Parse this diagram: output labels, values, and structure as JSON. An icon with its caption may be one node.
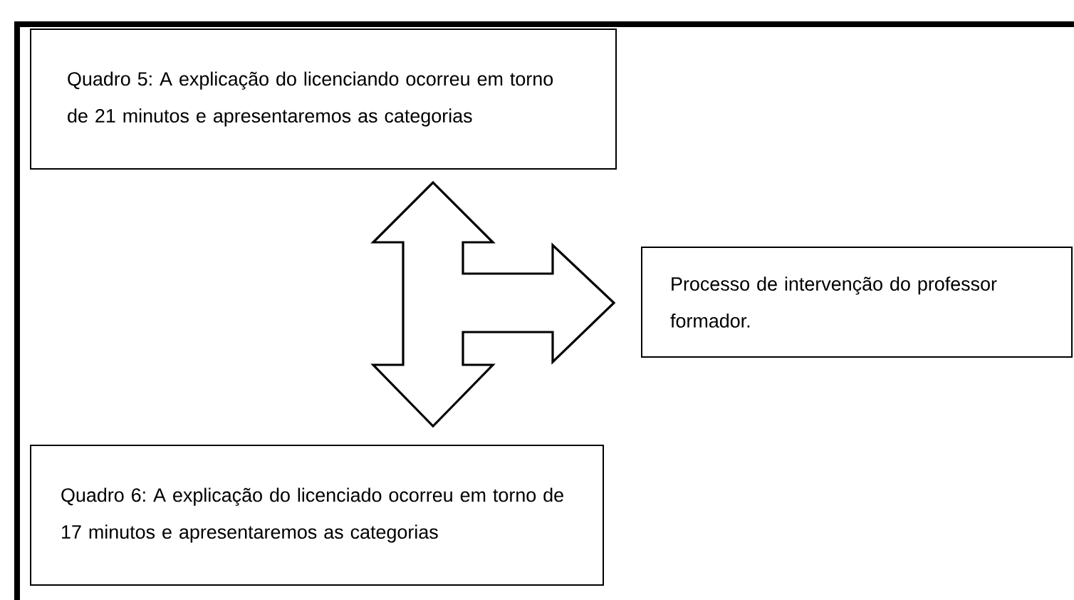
{
  "diagram": {
    "nodes": [
      {
        "text": [
          "Quadro 5: A explicação do licenciando ocorreu em torno de 21 minutos e apresentaremos as categorias"
        ]
      },
      {
        "text": [
          "Processo de intervenção do professor formador."
        ]
      },
      {
        "text": [
          "Quadro 6: A explicação do licenciado ocorreu em torno de 17 minutos e apresentaremos as categorias"
        ]
      }
    ],
    "edges": [
      {
        "from": 0,
        "to": 2,
        "arrow": "both"
      },
      {
        "from": 0,
        "to": 1,
        "arrow": "to"
      }
    ]
  }
}
